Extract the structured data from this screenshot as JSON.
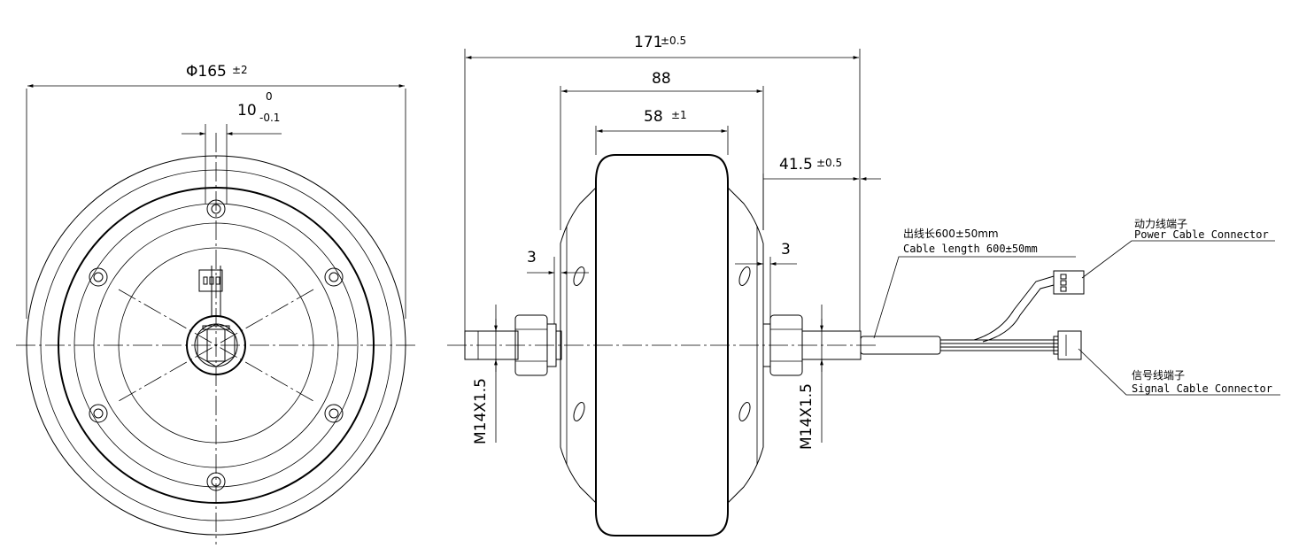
{
  "front_view": {
    "diameter_label": "Φ165",
    "diameter_tol": "±2",
    "slot_width_label": "10",
    "slot_tol_upper": "0",
    "slot_tol_lower": "-0.1"
  },
  "side_view": {
    "overall_length": "171",
    "overall_length_tol": "±0.5",
    "hub_outer_width": "88",
    "hub_inner_width": "58",
    "hub_inner_width_tol": "±1",
    "right_axle_length": "41.5",
    "right_axle_length_tol": "±0.5",
    "left_gap": "3",
    "right_gap": "3",
    "left_thread": "M14X1.5",
    "right_thread": "M14X1.5"
  },
  "cable": {
    "length_cn": "出线长600±50mm",
    "length_en": "Cable length 600±50mm",
    "power_connector_cn": "动力线端子",
    "power_connector_en": "Power Cable Connector",
    "signal_connector_cn": "信号线端子",
    "signal_connector_en": "Signal Cable Connector"
  }
}
